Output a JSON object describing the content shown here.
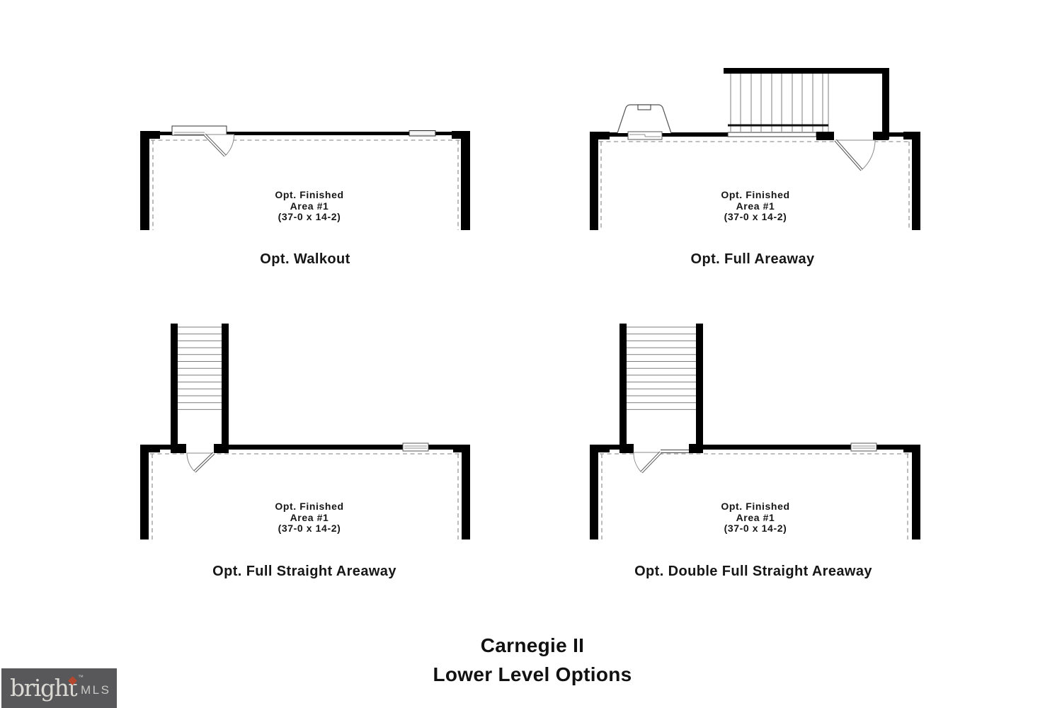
{
  "plans": [
    {
      "id": "walkout",
      "caption": "Opt. Walkout",
      "area_label": {
        "line1": "Opt. Finished",
        "line2": "Area #1",
        "line3": "(37-0 x 14-2)"
      }
    },
    {
      "id": "full-areaway",
      "caption": "Opt. Full Areaway",
      "area_label": {
        "line1": "Opt. Finished",
        "line2": "Area #1",
        "line3": "(37-0 x 14-2)"
      }
    },
    {
      "id": "full-straight-areaway",
      "caption": "Opt. Full Straight Areaway",
      "area_label": {
        "line1": "Opt. Finished",
        "line2": "Area #1",
        "line3": "(37-0 x 14-2)"
      }
    },
    {
      "id": "double-full-straight-areaway",
      "caption": "Opt. Double Full Straight Areaway",
      "area_label": {
        "line1": "Opt. Finished",
        "line2": "Area #1",
        "line3": "(37-0 x 14-2)"
      }
    }
  ],
  "title": {
    "line1": "Carnegie II",
    "line2": "Lower Level Options"
  },
  "logo": {
    "brand": "bright",
    "trademark": "™",
    "suffix": "MLS",
    "background": "#58585a",
    "brand_color": "#dbd9d3",
    "diamond_color": "#b5472e"
  },
  "colors": {
    "wall": "#000000",
    "dashed_line": "#999999",
    "text": "#161616"
  }
}
